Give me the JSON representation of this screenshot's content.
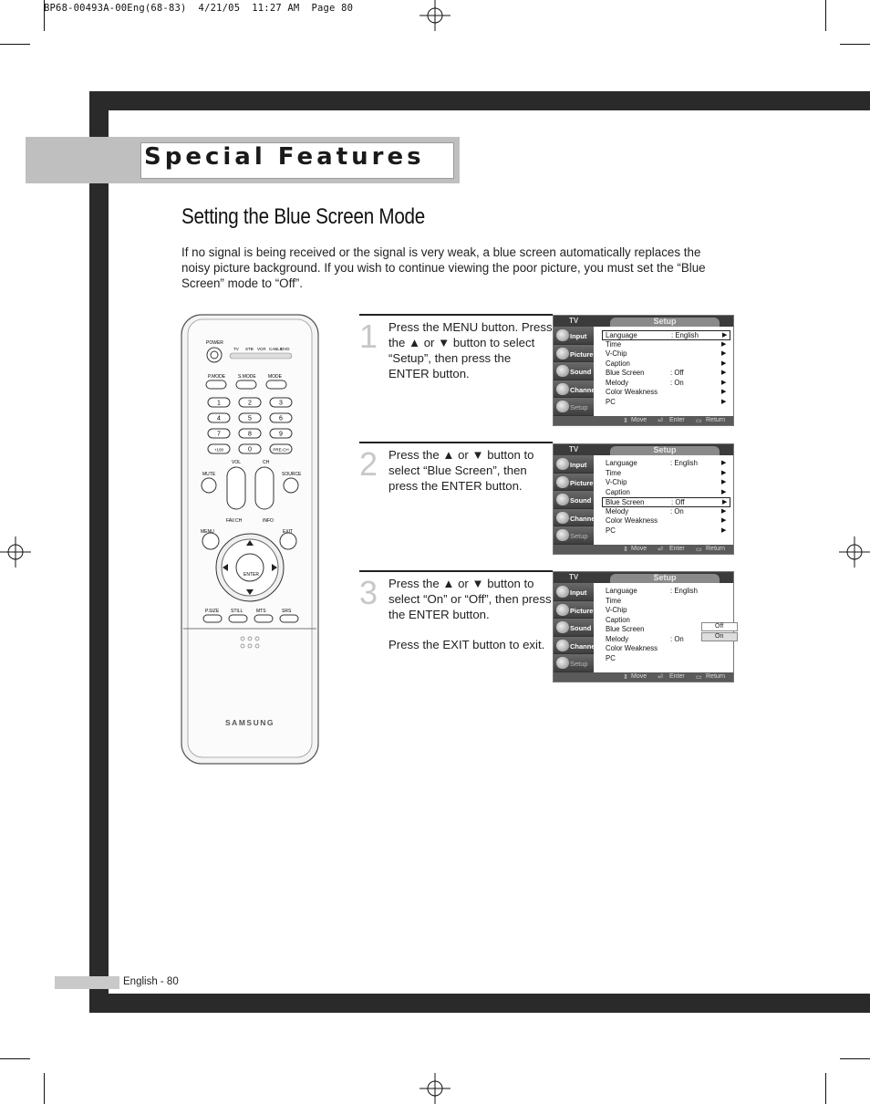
{
  "slug": "BP68-00493A-00Eng(68-83)  4/21/05  11:27 AM  Page 80",
  "section_title": "Special Features",
  "heading": "Setting the Blue Screen Mode",
  "intro": "If no signal is being received or the signal is very weak, a blue screen automatically replaces the noisy picture background. If you wish to continue viewing the poor picture, you must set the “Blue Screen” mode to “Off”.",
  "steps": [
    {
      "number": "1",
      "paragraphs": [
        "Press the MENU button. Press the ▲ or ▼ button to select “Setup”, then press the ENTER button."
      ]
    },
    {
      "number": "2",
      "paragraphs": [
        "Press the ▲ or ▼ button to select “Blue Screen”, then press the ENTER button."
      ]
    },
    {
      "number": "3",
      "paragraphs": [
        "Press the ▲ or ▼ button to select “On” or “Off”, then press the ENTER button.",
        "Press the EXIT button to exit."
      ]
    }
  ],
  "osd": {
    "tv_label": "TV",
    "title": "Setup",
    "sidebar": [
      "Input",
      "Picture",
      "Sound",
      "Channel",
      "Setup"
    ],
    "rows": [
      {
        "name": "Language",
        "value": ": English"
      },
      {
        "name": "Time",
        "value": ""
      },
      {
        "name": "V-Chip",
        "value": ""
      },
      {
        "name": "Caption",
        "value": ""
      },
      {
        "name": "Blue Screen",
        "value": ": Off"
      },
      {
        "name": "Melody",
        "value": ": On"
      },
      {
        "name": "Color Weakness",
        "value": ""
      },
      {
        "name": "PC",
        "value": ""
      }
    ],
    "arrow": "▶",
    "footer": {
      "move": "Move",
      "enter": "Enter",
      "return": "Return"
    },
    "popup": [
      "Off",
      "On"
    ]
  },
  "remote": {
    "power": "POWER",
    "modes": [
      "TV",
      "STB",
      "VCR",
      "CABLE",
      "DVD"
    ],
    "row_labels": [
      "P.MODE",
      "S.MODE",
      "MODE"
    ],
    "digits": [
      "1",
      "2",
      "3",
      "4",
      "5",
      "6",
      "7",
      "8",
      "9",
      "+100",
      "0",
      "PRE-CH"
    ],
    "mute": "MUTE",
    "vol": "VOL",
    "ch": "CH",
    "source": "SOURCE",
    "menu": "MENU",
    "favch": "FAV.CH",
    "info": "INFO",
    "exit": "EXIT",
    "enter": "ENTER",
    "bottom": [
      "P.SIZE",
      "STILL",
      "MTS",
      "SRS"
    ],
    "brand": "SAMSUNG"
  },
  "footer": "English - 80",
  "colors": {
    "dark_bar": "#2a2a2a",
    "title_band": "#bfbfbf"
  }
}
